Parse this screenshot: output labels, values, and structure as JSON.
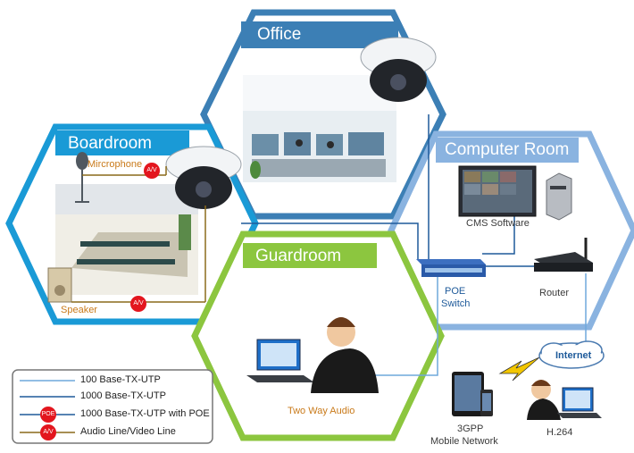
{
  "zones": {
    "office": {
      "title": "Office",
      "color": "#3c7fb5"
    },
    "boardroom": {
      "title": "Boardroom",
      "color": "#1a9ad6"
    },
    "computer_room": {
      "title": "Computer Room",
      "color": "#8ab3e0"
    },
    "guardroom": {
      "title": "Guardroom",
      "color": "#8cc63f"
    }
  },
  "labels": {
    "microphone": "Mircrophone",
    "speaker": "Speaker",
    "cms_software": "CMS Software",
    "poe_switch": [
      "POE",
      "Switch"
    ],
    "router": "Router",
    "two_way_audio": "Two Way Audio",
    "mobile_network": [
      "3GPP",
      "Mobile Network"
    ],
    "h264": "H.264",
    "internet": "Internet"
  },
  "badges": {
    "av": "A/V",
    "poe": "POE"
  },
  "legend": [
    {
      "text": "100 Base-TX-UTP",
      "marker": "none",
      "line_color": "#6fa8dc"
    },
    {
      "text": "1000 Base-TX-UTP",
      "marker": "none",
      "line_color": "#1e5a9a"
    },
    {
      "text": "1000 Base-TX-UTP with POE",
      "marker": "poe-badge",
      "line_color": "#1e5a9a"
    },
    {
      "text": "Audio Line/Video Line",
      "marker": "av-badge",
      "line_color": "#8a6a1a"
    }
  ]
}
